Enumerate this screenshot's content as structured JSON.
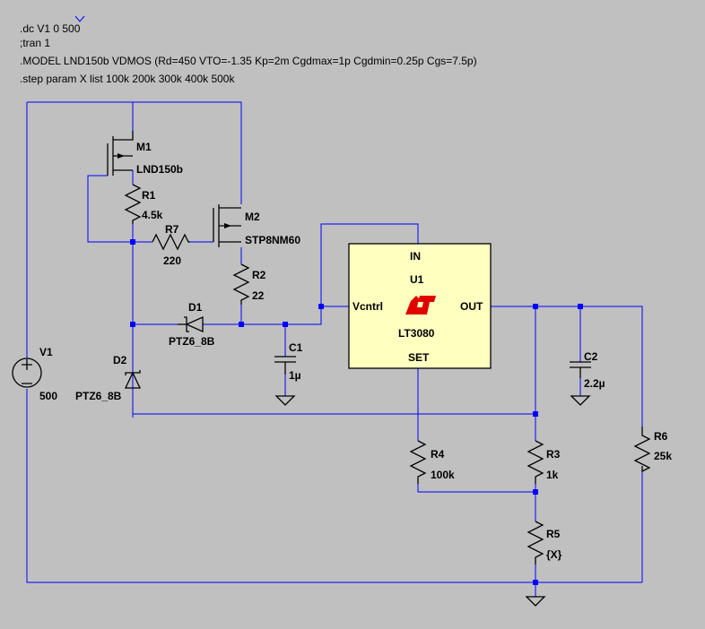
{
  "directives": [
    ".dc V1 0 500",
    ";tran 1",
    ".MODEL LND150b VDMOS (Rd=450 VTO=-1.35 Kp=2m Cgdmax=1p Cgdmin=0.25p Cgs=7.5p)",
    ".step param X list 100k 200k 300k 400k 500k"
  ],
  "components": {
    "m1": {
      "ref": "M1",
      "value": "LND150b"
    },
    "m2": {
      "ref": "M2",
      "value": "STP8NM60"
    },
    "r1": {
      "ref": "R1",
      "value": "4.5k"
    },
    "r2": {
      "ref": "R2",
      "value": "22"
    },
    "r3": {
      "ref": "R3",
      "value": "1k"
    },
    "r4": {
      "ref": "R4",
      "value": "100k"
    },
    "r5": {
      "ref": "R5",
      "value": "{X}"
    },
    "r6": {
      "ref": "R6",
      "value": "25k"
    },
    "r7": {
      "ref": "R7",
      "value": "220"
    },
    "c1": {
      "ref": "C1",
      "value": "1µ"
    },
    "c2": {
      "ref": "C2",
      "value": "2.2µ"
    },
    "d1": {
      "ref": "D1",
      "value": "PTZ6_8B"
    },
    "d2": {
      "ref": "D2",
      "value": "PTZ6_8B"
    },
    "v1": {
      "ref": "V1",
      "value": "500"
    },
    "u1": {
      "ref": "U1",
      "value": "LT3080",
      "pin_in": "IN",
      "pin_vcntrl": "Vcntrl",
      "pin_out": "OUT",
      "pin_set": "SET"
    }
  },
  "colors": {
    "background": "#c0c0c0",
    "wire": "#0000ff",
    "ic_fill": "#ffffc0",
    "logo": "#e00000"
  }
}
